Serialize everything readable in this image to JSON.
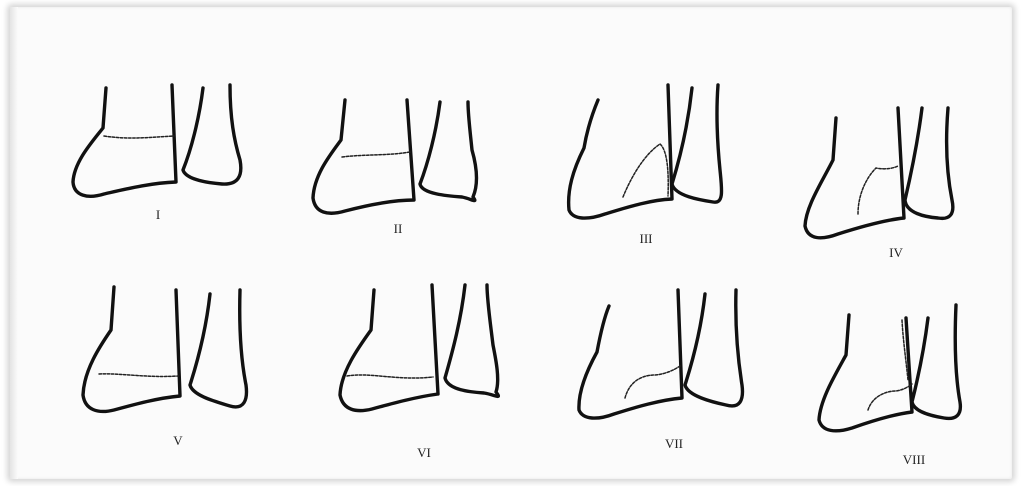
{
  "figure": {
    "panels": [
      {
        "id": "I",
        "label": "I"
      },
      {
        "id": "II",
        "label": "II"
      },
      {
        "id": "III",
        "label": "III"
      },
      {
        "id": "IV",
        "label": "IV"
      },
      {
        "id": "V",
        "label": "V"
      },
      {
        "id": "VI",
        "label": "VI"
      },
      {
        "id": "VII",
        "label": "VII"
      },
      {
        "id": "VIII",
        "label": "VIII"
      }
    ]
  }
}
